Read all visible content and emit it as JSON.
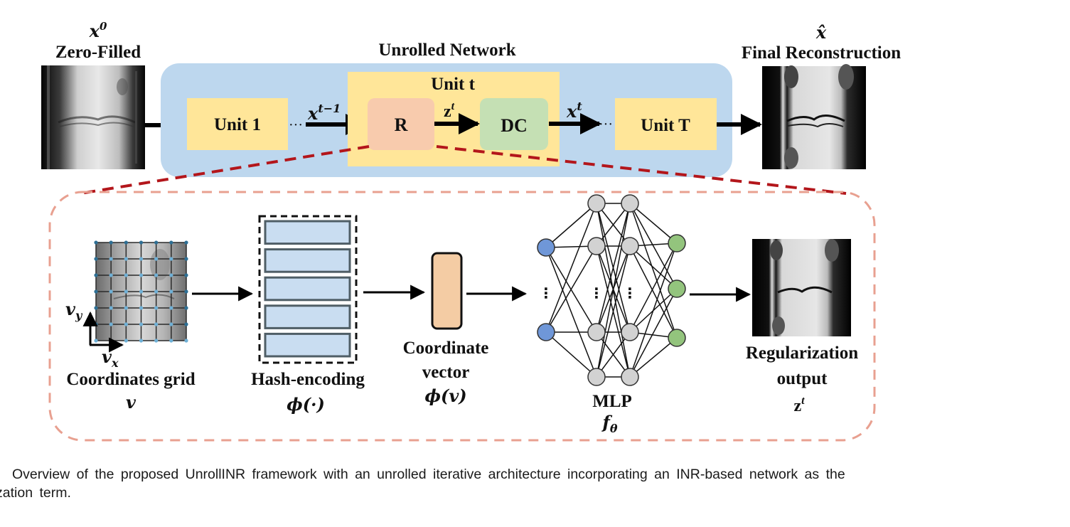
{
  "figure": {
    "top": {
      "input": {
        "symbol": "x",
        "superscript": "0",
        "label": "Zero-Filled"
      },
      "network_title": "Unrolled Network",
      "units": {
        "first": "Unit 1",
        "current_title": "Unit t",
        "last": "Unit T"
      },
      "blocks": {
        "regularizer": "R",
        "data_consistency": "DC"
      },
      "edges": {
        "prev": {
          "symbol": "x",
          "superscript": "t−1"
        },
        "reg_out": {
          "symbol": "z",
          "superscript": "t"
        },
        "curr": {
          "symbol": "x",
          "superscript": "t"
        }
      },
      "ellipsis": "···",
      "output": {
        "symbol": "x̂",
        "label": "Final Reconstruction"
      }
    },
    "detail": {
      "grid": {
        "label": "Coordinates grid",
        "symbol": "v",
        "axis_x": "v",
        "axis_x_sub": "x",
        "axis_y": "v",
        "axis_y_sub": "y",
        "points_per_side": 7
      },
      "hash": {
        "label": "Hash-encoding",
        "symbol": "ϕ(·)",
        "levels": 5
      },
      "coord_vector": {
        "label_line1": "Coordinate",
        "label_line2": "vector",
        "symbol": "ϕ(v)"
      },
      "mlp": {
        "label": "MLP",
        "symbol": "f",
        "symbol_sub": "θ",
        "vdots": "⋮",
        "input_nodes": 2,
        "hidden_nodes": 4,
        "output_nodes": 3
      },
      "output": {
        "label_line1": "Regularization",
        "label_line2": "output",
        "symbol": "z",
        "superscript": "t"
      }
    },
    "colors": {
      "network_bg": "#bdd7ee",
      "unit_fill": "#ffe699",
      "reg_fill": "#f8cbad",
      "dc_fill": "#c5e0b4",
      "hash_fill": "#c9ddf1",
      "vector_fill": "#f4cca4",
      "node_input": "#6f97d8",
      "node_hidden": "#d2d2d2",
      "node_output": "#93c47d",
      "zoom_line": "#b3161b",
      "detail_border": "#e8a090"
    }
  },
  "caption": {
    "line1": "Overview of the proposed UnrollINR framework with an unrolled iterative architecture incorporating an INR-based network as the",
    "line2": "zation term."
  }
}
